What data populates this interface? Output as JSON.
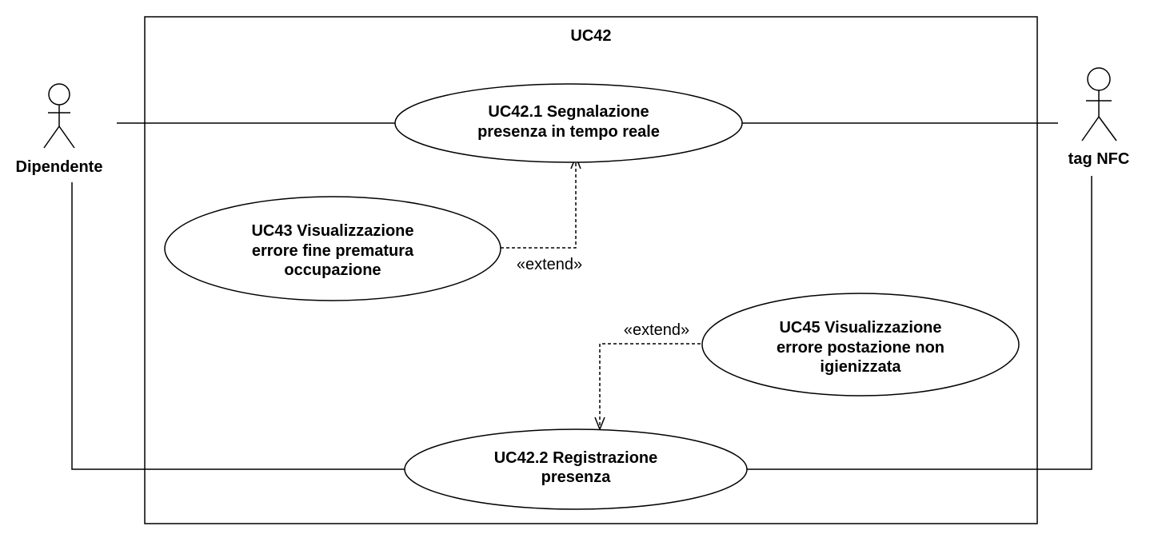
{
  "system": {
    "title": "UC42"
  },
  "actors": {
    "left": {
      "label": "Dipendente",
      "icon": "stick-figure-icon"
    },
    "right": {
      "label": "tag NFC",
      "icon": "stick-figure-icon"
    }
  },
  "use_cases": {
    "uc42_1": {
      "lines": [
        "UC42.1 Segnalazione",
        "presenza in tempo reale"
      ]
    },
    "uc43": {
      "lines": [
        "UC43 Visualizzazione",
        "errore fine prematura",
        "occupazione"
      ]
    },
    "uc45": {
      "lines": [
        "UC45 Visualizzazione",
        "errore postazione non",
        "igienizzata"
      ]
    },
    "uc42_2": {
      "lines": [
        "UC42.2 Registrazione",
        "presenza"
      ]
    }
  },
  "relations": {
    "extend_uc43": {
      "label": "«extend»"
    },
    "extend_uc45": {
      "label": "«extend»"
    }
  }
}
